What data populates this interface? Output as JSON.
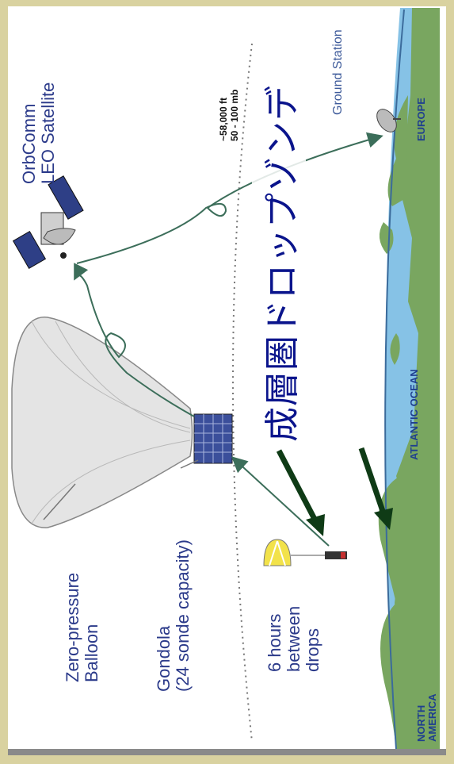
{
  "diagram": {
    "labels": {
      "balloon": "Zero-pressure\nBalloon",
      "gondola": "Gondola\n(24 sonde capacity)",
      "drops": "6 hours\nbetween\ndrops",
      "satellite": "OrbComm\nLEO Satellite",
      "altitude": "~58,000 ft\n50 - 100 mb",
      "ground_station": "Ground Station",
      "north_america": "NORTH\nAMERICA",
      "atlantic": "ATLANTIC OCEAN",
      "europe": "EUROPE"
    },
    "overlay_title": "成層圏ドロップゾンデ",
    "colors": {
      "frame_bg": "#d9d2a0",
      "panel": "#ffffff",
      "ocean": "#86c2e6",
      "land": "#79a660",
      "arrow": "#3c6e5a",
      "label_blue": "#2b3a8a",
      "overlay_text": "#0a148c",
      "pointer_arrow": "#0f3b16"
    },
    "icons": [
      "balloon-icon",
      "gondola-icon",
      "sonde-parachute-icon",
      "satellite-icon",
      "ground-dish-icon"
    ]
  }
}
